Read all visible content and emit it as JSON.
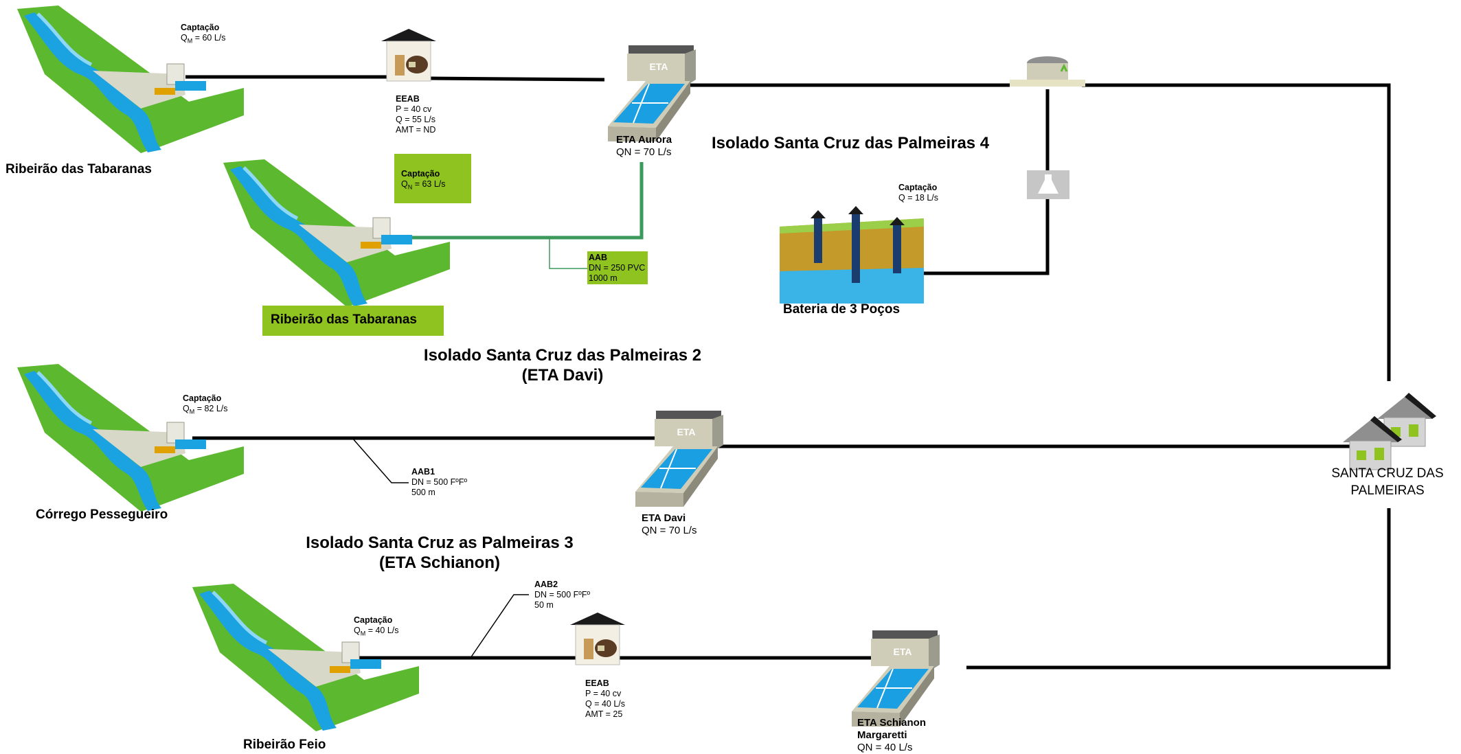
{
  "systems": {
    "s4": "Isolado Santa Cruz das Palmeiras 4",
    "s2_line1": "Isolado Santa Cruz das Palmeiras 2",
    "s2_line2": "(ETA Davi)",
    "s3_line1": "Isolado Santa Cruz as Palmeiras 3",
    "s3_line2": "(ETA Schianon)"
  },
  "sources": {
    "tabaranas1": "Ribeirão das Tabaranas",
    "tabaranas2": "Ribeirão das Tabaranas",
    "pessegueiro": "Córrego Pessegueiro",
    "feio": "Ribeirão Feio",
    "wells": "Bateria de 3 Poços"
  },
  "captacao": {
    "c1": {
      "title": "Captação",
      "value": "Q",
      "sub": "M",
      "rest": " = 60 L/s"
    },
    "c2": {
      "title": "Captação",
      "value": "Q",
      "sub": "N",
      "rest": " = 63 L/s"
    },
    "c3": {
      "title": "Captação",
      "value": "Q",
      "sub": "M",
      "rest": " = 82 L/s"
    },
    "c4": {
      "title": "Captação",
      "value": "Q",
      "sub": "M",
      "rest": " = 40 L/s"
    },
    "c5": {
      "title": "Captação",
      "line": "Q = 18 L/s"
    }
  },
  "eeab": {
    "e1": {
      "title": "EEAB",
      "p": "P = 40 cv",
      "q": "Q = 55 L/s",
      "amt": "AMT = ND"
    },
    "e2": {
      "title": "EEAB",
      "p": "P = 40 cv",
      "q": "Q = 40 L/s",
      "amt": "AMT = 25"
    }
  },
  "adutoras": {
    "aab": {
      "title": "AAB",
      "dn": "DN = 250 PVC",
      "len": "1000 m"
    },
    "aab1": {
      "title": "AAB1",
      "dn": "DN = 500 FºFº",
      "len": "500 m"
    },
    "aab2": {
      "title": "AAB2",
      "dn": "DN = 500 FºFº",
      "len": "50 m"
    }
  },
  "etas": {
    "aurora": {
      "name": "ETA Aurora",
      "qn": "QN = 70 L/s"
    },
    "davi": {
      "name": "ETA Davi",
      "qn": "QN = 70 L/s"
    },
    "schianon": {
      "name1": "ETA Schianon",
      "name2": "Margaretti",
      "qn": "QN = 40 L/s"
    }
  },
  "eta_sign": "ETA",
  "city": {
    "line1": "SANTA CRUZ DAS",
    "line2": "PALMEIRAS"
  },
  "colors": {
    "pipe": "#000000",
    "green_pipe": "#3a9a5b",
    "highlight": "#8fc31f",
    "water": "#1aa3e0",
    "land": "#5cb82e"
  }
}
